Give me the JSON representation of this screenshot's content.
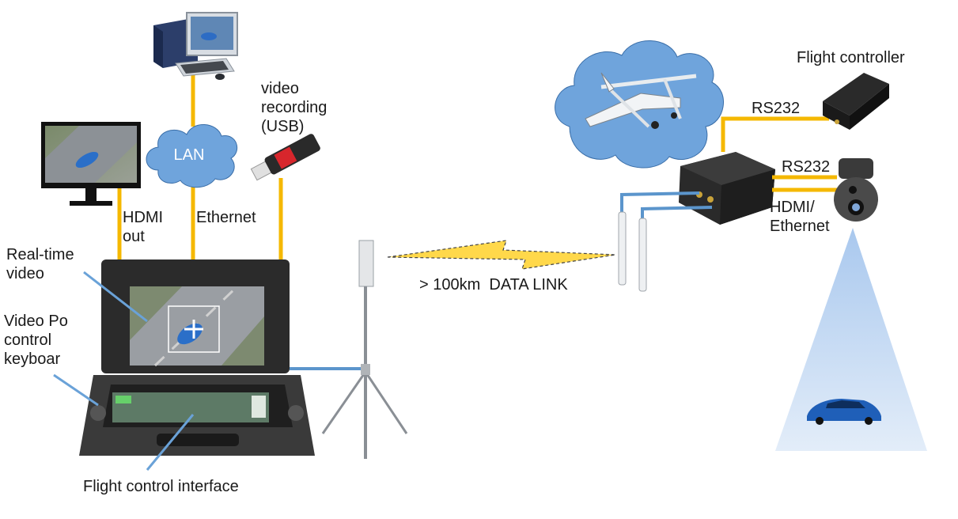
{
  "labels": {
    "lan": "LAN",
    "hdmi_out": "HDMI\nout",
    "ethernet": "Ethernet",
    "video_recording": "video\nrecording\n(USB)",
    "real_time_video": "Real-time\nvideo",
    "video_control_keyboard": "Video Po\ncontrol\nkeyboar",
    "flight_control_interface": "Flight control interface",
    "data_link": "> 100km  DATA LINK",
    "flight_controller": "Flight controller",
    "rs232_top": "RS232",
    "rs232_bottom": "RS232",
    "hdmi_ethernet": "HDMI/\nEthernet"
  },
  "colors": {
    "cable_yellow": "#f5b800",
    "rf_cable_blue": "#5b95cc",
    "pointer_blue": "#6aa2d8",
    "cloud_blue": "#6fa4dc",
    "lightning_yellow": "#ffd84a",
    "camera_beam": "#c9dcf3",
    "car_blue": "#1f5fb8"
  },
  "icons": {
    "desktop_computer": "desktop-computer-icon",
    "monitor": "monitor-icon",
    "usb_drive": "usb-drive-icon",
    "lan_cloud": "cloud-icon",
    "rugged_laptop": "rugged-laptop-ground-station-icon",
    "tripod_antenna": "tripod-antenna-icon",
    "drone": "vtol-drone-icon",
    "air_data_link": "airborne-datalink-module-icon",
    "flight_controller": "flight-controller-icon",
    "gimbal_camera": "gimbal-camera-icon",
    "car": "car-icon"
  }
}
